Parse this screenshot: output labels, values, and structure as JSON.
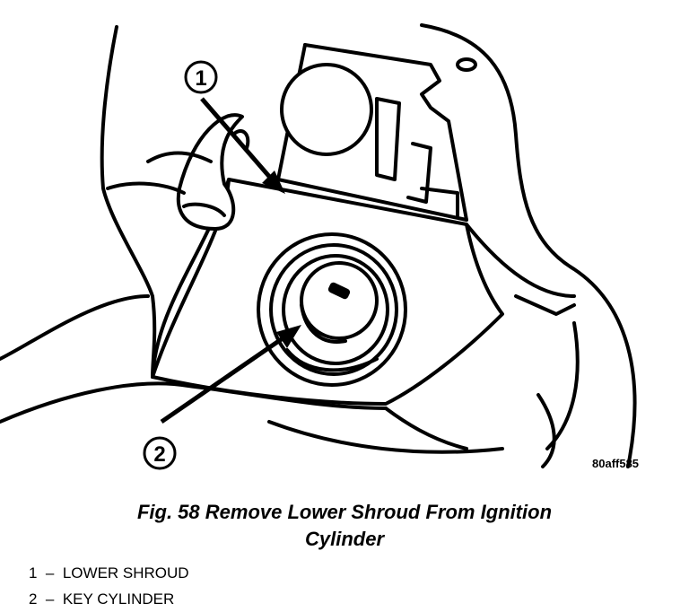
{
  "figure": {
    "callouts": [
      {
        "number": "1"
      },
      {
        "number": "2"
      }
    ],
    "figure_id": "80aff585"
  },
  "caption": {
    "line1": "Fig. 58 Remove Lower Shroud From Ignition",
    "line2": "Cylinder"
  },
  "legend": [
    {
      "number": "1",
      "separator": "–",
      "label": "LOWER SHROUD"
    },
    {
      "number": "2",
      "separator": "–",
      "label": "KEY CYLINDER"
    }
  ]
}
